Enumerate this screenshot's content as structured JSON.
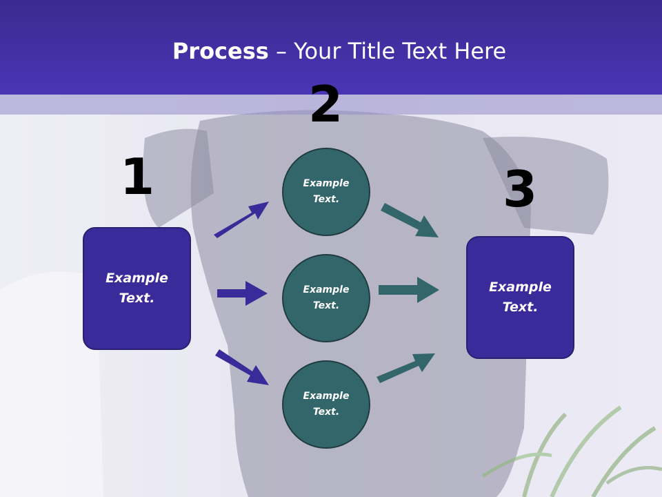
{
  "title": {
    "bold": "Process",
    "rest": " – Your Title Text Here"
  },
  "steps": {
    "n1": "1",
    "n2": "2",
    "n3": "3"
  },
  "left_box": {
    "line1": "Example",
    "line2": "Text."
  },
  "right_box": {
    "line1": "Example",
    "line2": "Text."
  },
  "circles": [
    {
      "line1": "Example",
      "line2": "Text."
    },
    {
      "line1": "Example",
      "line2": "Text."
    },
    {
      "line1": "Example",
      "line2": "Text."
    }
  ],
  "colors": {
    "header": "#4a35b5",
    "box": "#3a2a9a",
    "circle": "#33666a",
    "arrow_purple": "#3a2a9a",
    "arrow_teal": "#33666a"
  }
}
